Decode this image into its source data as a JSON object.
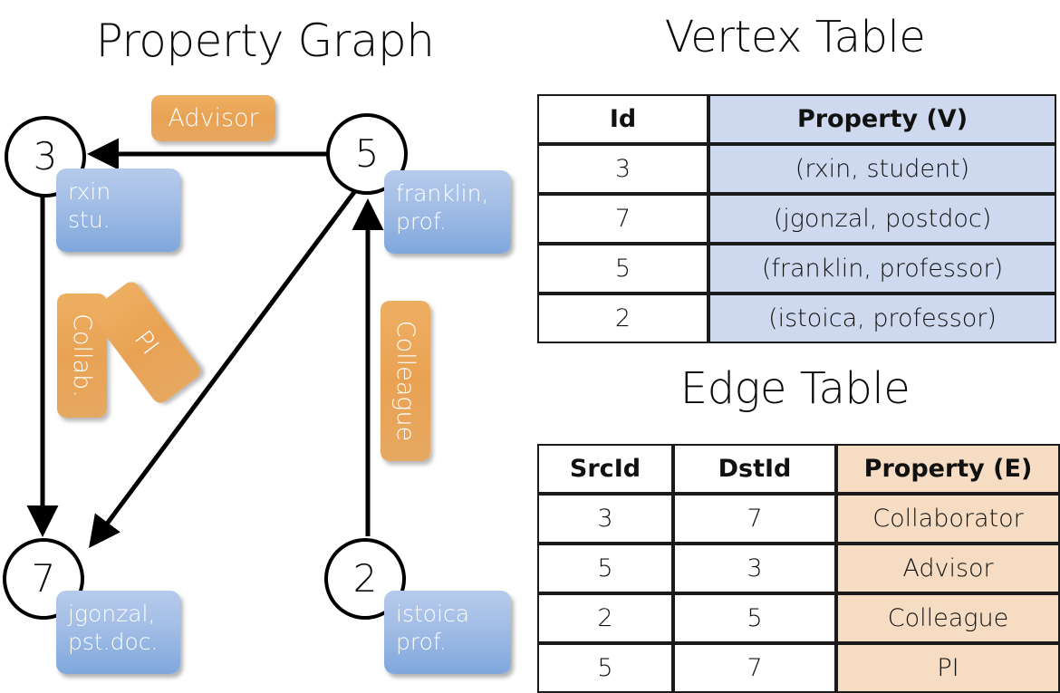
{
  "titles": {
    "property_graph": "Property Graph",
    "vertex_table": "Vertex Table",
    "edge_table": "Edge Table"
  },
  "colors": {
    "vertex_property_fill": "#ced9ef",
    "edge_property_fill": "#f5dcc2",
    "node_box_blue": "#a2bde6",
    "edge_label_orange": "#e9a254",
    "stroke": "#000000"
  },
  "graph": {
    "nodes": [
      {
        "id": "3",
        "property_line1": "rxin",
        "property_line2": "stu."
      },
      {
        "id": "5",
        "property_line1": "franklin,",
        "property_line2": "prof."
      },
      {
        "id": "7",
        "property_line1": "jgonzal,",
        "property_line2": "pst.doc."
      },
      {
        "id": "2",
        "property_line1": "istoica",
        "property_line2": "prof."
      }
    ],
    "node_property_text": {
      "rxin": "rxin\nstu.",
      "franklin": "franklin,\nprof.",
      "jgonzal": "jgonzal,\npst.doc.",
      "istoica": "istoica\nprof."
    },
    "edge_labels": {
      "advisor": "Advisor",
      "collab": "Collab.",
      "pi": "PI",
      "colleague": "Colleague"
    }
  },
  "vertex_table": {
    "headers": [
      "Id",
      "Property (V)"
    ],
    "rows": [
      {
        "id": "3",
        "property": "(rxin, student)"
      },
      {
        "id": "7",
        "property": "(jgonzal, postdoc)"
      },
      {
        "id": "5",
        "property": "(franklin, professor)"
      },
      {
        "id": "2",
        "property": "(istoica, professor)"
      }
    ]
  },
  "edge_table": {
    "headers": [
      "SrcId",
      "DstId",
      "Property (E)"
    ],
    "rows": [
      {
        "src": "3",
        "dst": "7",
        "property": "Collaborator"
      },
      {
        "src": "5",
        "dst": "3",
        "property": "Advisor"
      },
      {
        "src": "2",
        "dst": "5",
        "property": "Colleague"
      },
      {
        "src": "5",
        "dst": "7",
        "property": "PI"
      }
    ]
  }
}
